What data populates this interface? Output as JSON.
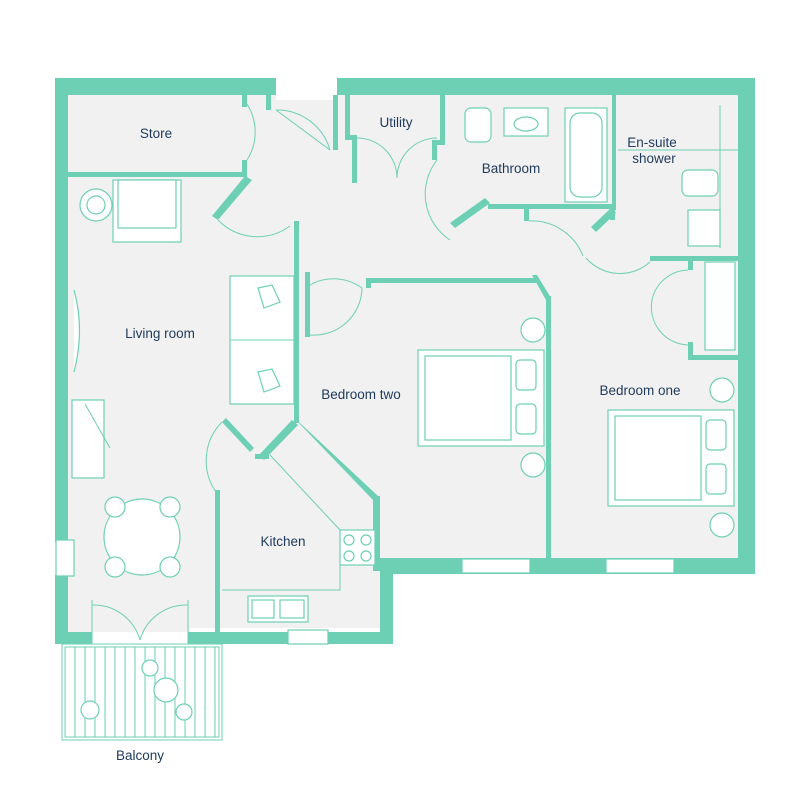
{
  "rooms": {
    "store": "Store",
    "utility": "Utility",
    "bathroom": "Bathroom",
    "ensuite_line1": "En-suite",
    "ensuite_line2": "shower",
    "living_room": "Living room",
    "bedroom_two": "Bedroom two",
    "bedroom_one": "Bedroom one",
    "kitchen": "Kitchen",
    "balcony": "Balcony"
  },
  "colors": {
    "wall": "#6dd0b4",
    "floor": "#f1f1f1",
    "label": "#1f3a5a"
  }
}
